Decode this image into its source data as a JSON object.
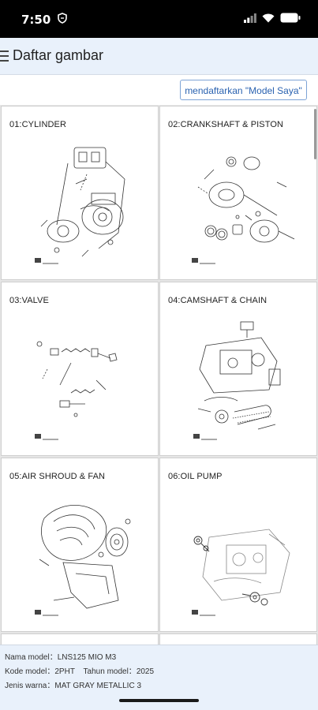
{
  "status_bar": {
    "time": "7:50"
  },
  "app_bar": {
    "title": "Daftar gambar"
  },
  "register_button": {
    "label": "mendaftarkan \"Model Saya\""
  },
  "cards": [
    {
      "title": "01:CYLINDER"
    },
    {
      "title": "02:CRANKSHAFT & PISTON"
    },
    {
      "title": "03:VALVE"
    },
    {
      "title": "04:CAMSHAFT & CHAIN"
    },
    {
      "title": "05:AIR SHROUD & FAN"
    },
    {
      "title": "06:OIL PUMP"
    }
  ],
  "footer": {
    "model_name_label": "Nama model：",
    "model_name": "LNS125 MIO M3",
    "model_code_label": "Kode model：",
    "model_code": "2PHT",
    "model_year_label": "Tahun model：",
    "model_year": "2025",
    "color_label": "Jenis warna：",
    "color": "MAT GRAY METALLIC 3"
  }
}
